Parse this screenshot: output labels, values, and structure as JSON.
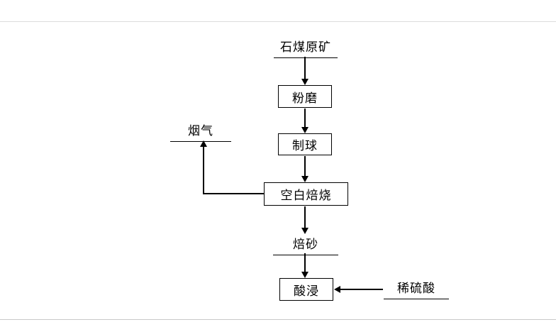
{
  "diagram": {
    "raw_ore": "石煤原矿",
    "grinding": "粉磨",
    "pelletizing": "制球",
    "blank_roasting": "空白焙烧",
    "flue_gas": "烟气",
    "calcine": "焙砂",
    "acid_leaching": "酸浸",
    "dilute_sulfuric_acid": "稀硫酸"
  }
}
